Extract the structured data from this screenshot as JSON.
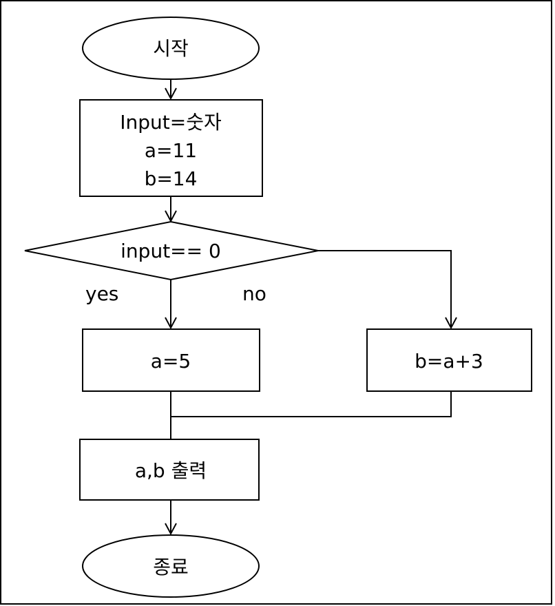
{
  "diagram": {
    "nodes": {
      "start": {
        "shape": "ellipse",
        "text": "시작"
      },
      "input": {
        "shape": "rect",
        "lines": [
          "Input=숫자",
          "a=11",
          "b=14"
        ]
      },
      "decision": {
        "shape": "diamond",
        "text": "input== 0"
      },
      "assign_a": {
        "shape": "rect",
        "text": "a=5"
      },
      "assign_b": {
        "shape": "rect",
        "text": "b=a+3"
      },
      "output": {
        "shape": "rect",
        "text": "a,b 출력"
      },
      "end": {
        "shape": "ellipse",
        "text": "종료"
      }
    },
    "branch_labels": {
      "yes": "yes",
      "no": "no"
    },
    "edges": [
      {
        "from": "start",
        "to": "input"
      },
      {
        "from": "input",
        "to": "decision"
      },
      {
        "from": "decision",
        "to": "assign_a",
        "label": "yes"
      },
      {
        "from": "decision",
        "to": "assign_b",
        "label": "no"
      },
      {
        "from": "assign_a",
        "to": "output"
      },
      {
        "from": "assign_b",
        "to": "output"
      },
      {
        "from": "output",
        "to": "end"
      }
    ]
  }
}
